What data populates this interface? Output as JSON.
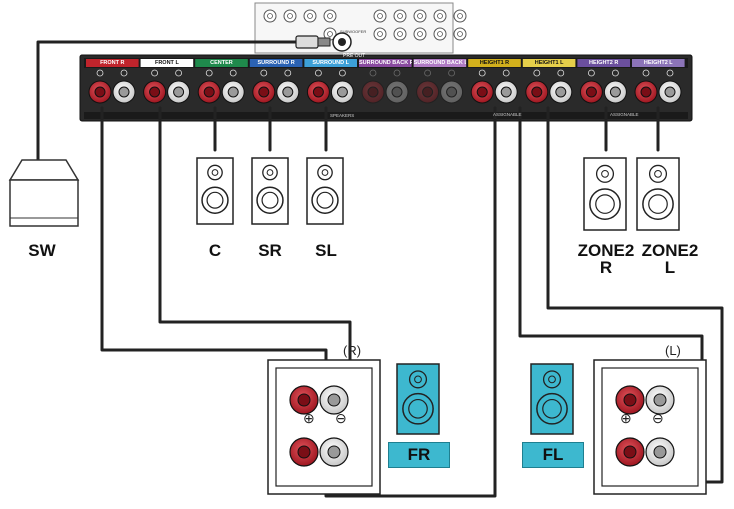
{
  "receiver": {
    "pre_out_label": "PRE OUT",
    "subwoofer_jack_label": "SUBWOOFER",
    "speakers_label": "SPEAKERS",
    "assignable_label": "ASSIGNABLE",
    "channels": [
      {
        "id": "front-r",
        "label": "FRONT R",
        "color": "#c0242c"
      },
      {
        "id": "front-l",
        "label": "FRONT L",
        "color": "#ffffff"
      },
      {
        "id": "center",
        "label": "CENTER",
        "color": "#1f8a4c"
      },
      {
        "id": "surround-r",
        "label": "SURROUND R",
        "color": "#2b62b3"
      },
      {
        "id": "surround-l",
        "label": "SURROUND L",
        "color": "#3da0d8"
      },
      {
        "id": "surround-back-r",
        "label": "SURROUND BACK R",
        "color": "#8a4aa0"
      },
      {
        "id": "surround-back-l",
        "label": "SURROUND BACK L",
        "color": "#b07bc4"
      },
      {
        "id": "height1-r",
        "label": "HEIGHT1 R",
        "color": "#d2b01c"
      },
      {
        "id": "height1-l",
        "label": "HEIGHT1 L",
        "color": "#e6cf4a"
      },
      {
        "id": "height2-r",
        "label": "HEIGHT2 R",
        "color": "#6b4f9e"
      },
      {
        "id": "height2-l",
        "label": "HEIGHT2 L",
        "color": "#8c74b8"
      }
    ]
  },
  "labels": {
    "subwoofer": "SW",
    "center": "C",
    "surround_right": "SR",
    "surround_left": "SL",
    "zone2_right": "ZONE2\nR",
    "zone2_left": "ZONE2\nL",
    "front_right": "FR",
    "front_left": "FL",
    "right_channel": "(R)",
    "left_channel": "(L)",
    "plus": "⊕",
    "minus": "⊖"
  },
  "colors": {
    "highlight_speaker": "#3db8cf",
    "terminal_positive": "#c21f2b",
    "cable": "#222222"
  }
}
